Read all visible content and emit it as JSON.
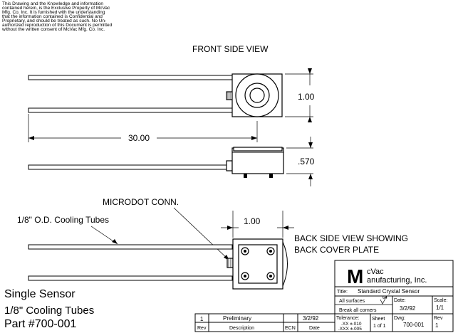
{
  "notice": [
    "This Drawing and the Knowledge and information",
    "contained herein, is the Exclusive Property of McVac",
    "Mfg. Co. Inc. It is furnished with the understanding",
    "that the information contained is Confidential and",
    "Proprietary, and should be treated as such. No Un-",
    "authorized reproduction of this Document is permitted",
    "without the written consent of McVac Mfg. Co. Inc."
  ],
  "views": {
    "front_title": "FRONT SIDE VIEW",
    "back_title": [
      "BACK SIDE VIEW SHOWING",
      "BACK COVER PLATE"
    ]
  },
  "dimensions": {
    "height_front": "1.00",
    "tube_length": "30.00",
    "side_thickness": ".570",
    "width_back": "1.00"
  },
  "callouts": {
    "connector": "MICRODOT CONN.",
    "tubes": "1/8\" O.D. Cooling Tubes"
  },
  "part_info": {
    "line1": "Single Sensor",
    "line2": "1/8\" Cooling Tubes",
    "line3": "Part #700-001"
  },
  "title_block": {
    "company_logo": "M",
    "company_line1": "cVac",
    "company_line2": "anufacturing, Inc.",
    "title_label": "Title:",
    "title_value": "Standard Crystal Sensor",
    "surfaces": "All surfaces",
    "surface_finish": "64",
    "corners": "Break all corners",
    "date_label": "Date:",
    "date_value": "3/2/92",
    "scale_label": "Scale:",
    "scale_value": "1/1",
    "tolerance_label": "Tolerance:",
    "tol_xx": ".XX ±.010",
    "tol_xxx": ".XXX ±.005",
    "sheet_label": "Sheet",
    "sheet_value": "1 of 1",
    "dwg_label": "Dwg:",
    "dwg_value": "700-001",
    "rev_label": "Rev",
    "rev_value": "1"
  },
  "revision_block": {
    "rev": "1",
    "description": "Preliminary",
    "ecn": "",
    "date": "3/2/92",
    "headers": {
      "rev": "Rev",
      "description": "Description",
      "ecn": "ECN",
      "date": "Date"
    }
  }
}
